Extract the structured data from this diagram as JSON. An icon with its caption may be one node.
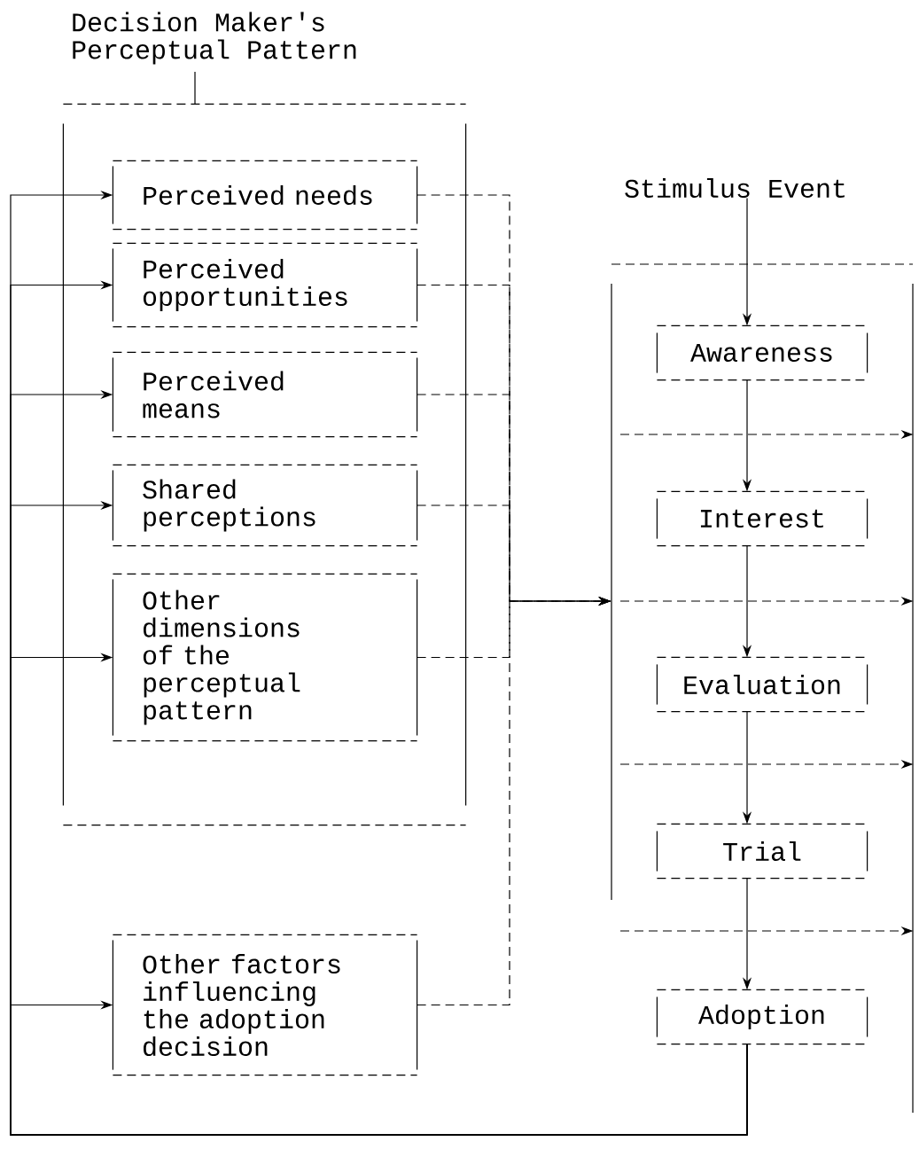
{
  "diagram": {
    "nodes": [
      {
        "text": [
          "Decision Maker's Perceptual Pattern"
        ]
      },
      {
        "text": [],
        "shape": "box"
      },
      {
        "text": [
          "Perceived needs"
        ],
        "in": 1
      },
      {
        "text": [
          "Perceived opportunities"
        ],
        "in": 1
      },
      {
        "text": [
          "Perceived means"
        ],
        "in": 1
      },
      {
        "text": [
          "Shared perceptions"
        ],
        "in": 1
      },
      {
        "text": [
          "Other dimensions of the perceptual pattern"
        ],
        "in": 1
      },
      {
        "text": [
          "Other factors influencing the adoption decision"
        ]
      },
      {
        "text": [
          "Stimulus Event"
        ]
      },
      {
        "text": [],
        "shape": "box"
      },
      {
        "text": [
          "Awareness"
        ],
        "in": 9
      },
      {
        "text": [
          "Interest"
        ],
        "in": 9
      },
      {
        "text": [
          "Evaluation"
        ],
        "in": 9
      },
      {
        "text": [
          "Trial"
        ],
        "in": 9
      },
      {
        "text": [
          "Adoption"
        ],
        "in": 9
      }
    ],
    "edges": [
      {
        "from": 0,
        "to": 1,
        "arrow": "none"
      },
      {
        "from": 8,
        "to": 10,
        "arrow": "to"
      },
      {
        "from": 10,
        "to": 11,
        "arrow": "to"
      },
      {
        "from": 11,
        "to": 12,
        "arrow": "to"
      },
      {
        "from": 12,
        "to": 13,
        "arrow": "to"
      },
      {
        "from": 13,
        "to": 14,
        "arrow": "to"
      },
      {
        "from": 2,
        "to": 9,
        "arrow": "to",
        "style": "dashed"
      },
      {
        "from": 3,
        "to": 9,
        "arrow": "to",
        "style": "dashed"
      },
      {
        "from": 4,
        "to": 9,
        "arrow": "to",
        "style": "dashed"
      },
      {
        "from": 5,
        "to": 9,
        "arrow": "to",
        "style": "dashed"
      },
      {
        "from": 6,
        "to": 9,
        "arrow": "to",
        "style": "dashed"
      },
      {
        "from": 7,
        "to": 9,
        "arrow": "to",
        "style": "dashed"
      },
      {
        "from": null,
        "to": 9,
        "arrow": "to",
        "style": "dashed"
      },
      {
        "from": null,
        "to": 9,
        "arrow": "to",
        "style": "dashed"
      },
      {
        "from": null,
        "to": 9,
        "arrow": "to",
        "style": "dashed"
      },
      {
        "from": null,
        "to": 9,
        "arrow": "to",
        "style": "dashed"
      },
      {
        "from": 14,
        "to": 2,
        "arrow": "to"
      },
      {
        "from": 14,
        "to": 3,
        "arrow": "to"
      },
      {
        "from": 14,
        "to": 4,
        "arrow": "to"
      },
      {
        "from": 14,
        "to": 5,
        "arrow": "to"
      },
      {
        "from": 14,
        "to": 6,
        "arrow": "to"
      },
      {
        "from": 14,
        "to": 7,
        "arrow": "to"
      }
    ]
  }
}
